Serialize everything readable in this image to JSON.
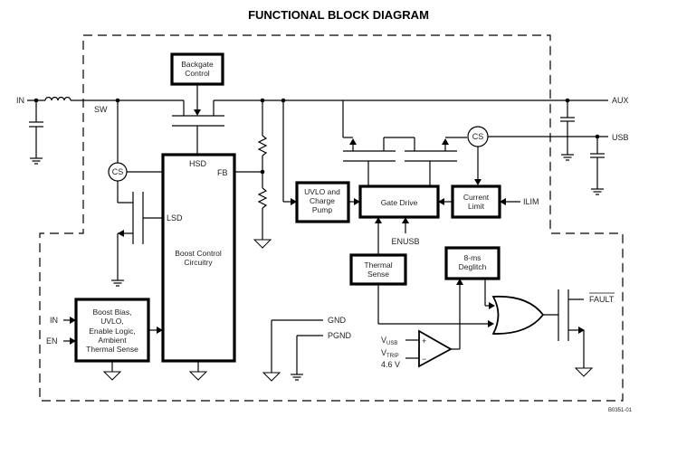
{
  "title": "FUNCTIONAL BLOCK DIAGRAM",
  "figure_id": "B0351-01",
  "blocks": {
    "backgate": [
      "Backgate",
      "Control"
    ],
    "boost_control": [
      "Boost Control",
      "Circuitry"
    ],
    "uvlo_charge_pump": [
      "UVLO and",
      "Charge",
      "Pump"
    ],
    "gate_drive": [
      "Gate Drive"
    ],
    "current_limit": [
      "Current",
      "Limit"
    ],
    "thermal_sense": [
      "Thermal",
      "Sense"
    ],
    "deglitch": [
      "8-ms",
      "Deglitch"
    ],
    "boost_bias": [
      "Boost Bias,",
      "UVLO,",
      "Enable Logic,",
      "Ambient",
      "Thermal Sense"
    ]
  },
  "pins": {
    "in_top": "IN",
    "sw": "SW",
    "aux": "AUX",
    "usb": "USB",
    "hsd": "HSD",
    "fb": "FB",
    "lsd": "LSD",
    "ilim": "ILIM",
    "enusb": "ENUSB",
    "in_bias": "IN",
    "en": "EN",
    "gnd": "GND",
    "pgnd": "PGND",
    "fault": "FAULT",
    "cs": "CS"
  },
  "comparator": {
    "plus_input": "V",
    "plus_sub": "USB",
    "minus_input": "V",
    "minus_sub": "TRIP",
    "trip_value": "4.6 V",
    "plus_sign": "+",
    "minus_sign": "−"
  }
}
